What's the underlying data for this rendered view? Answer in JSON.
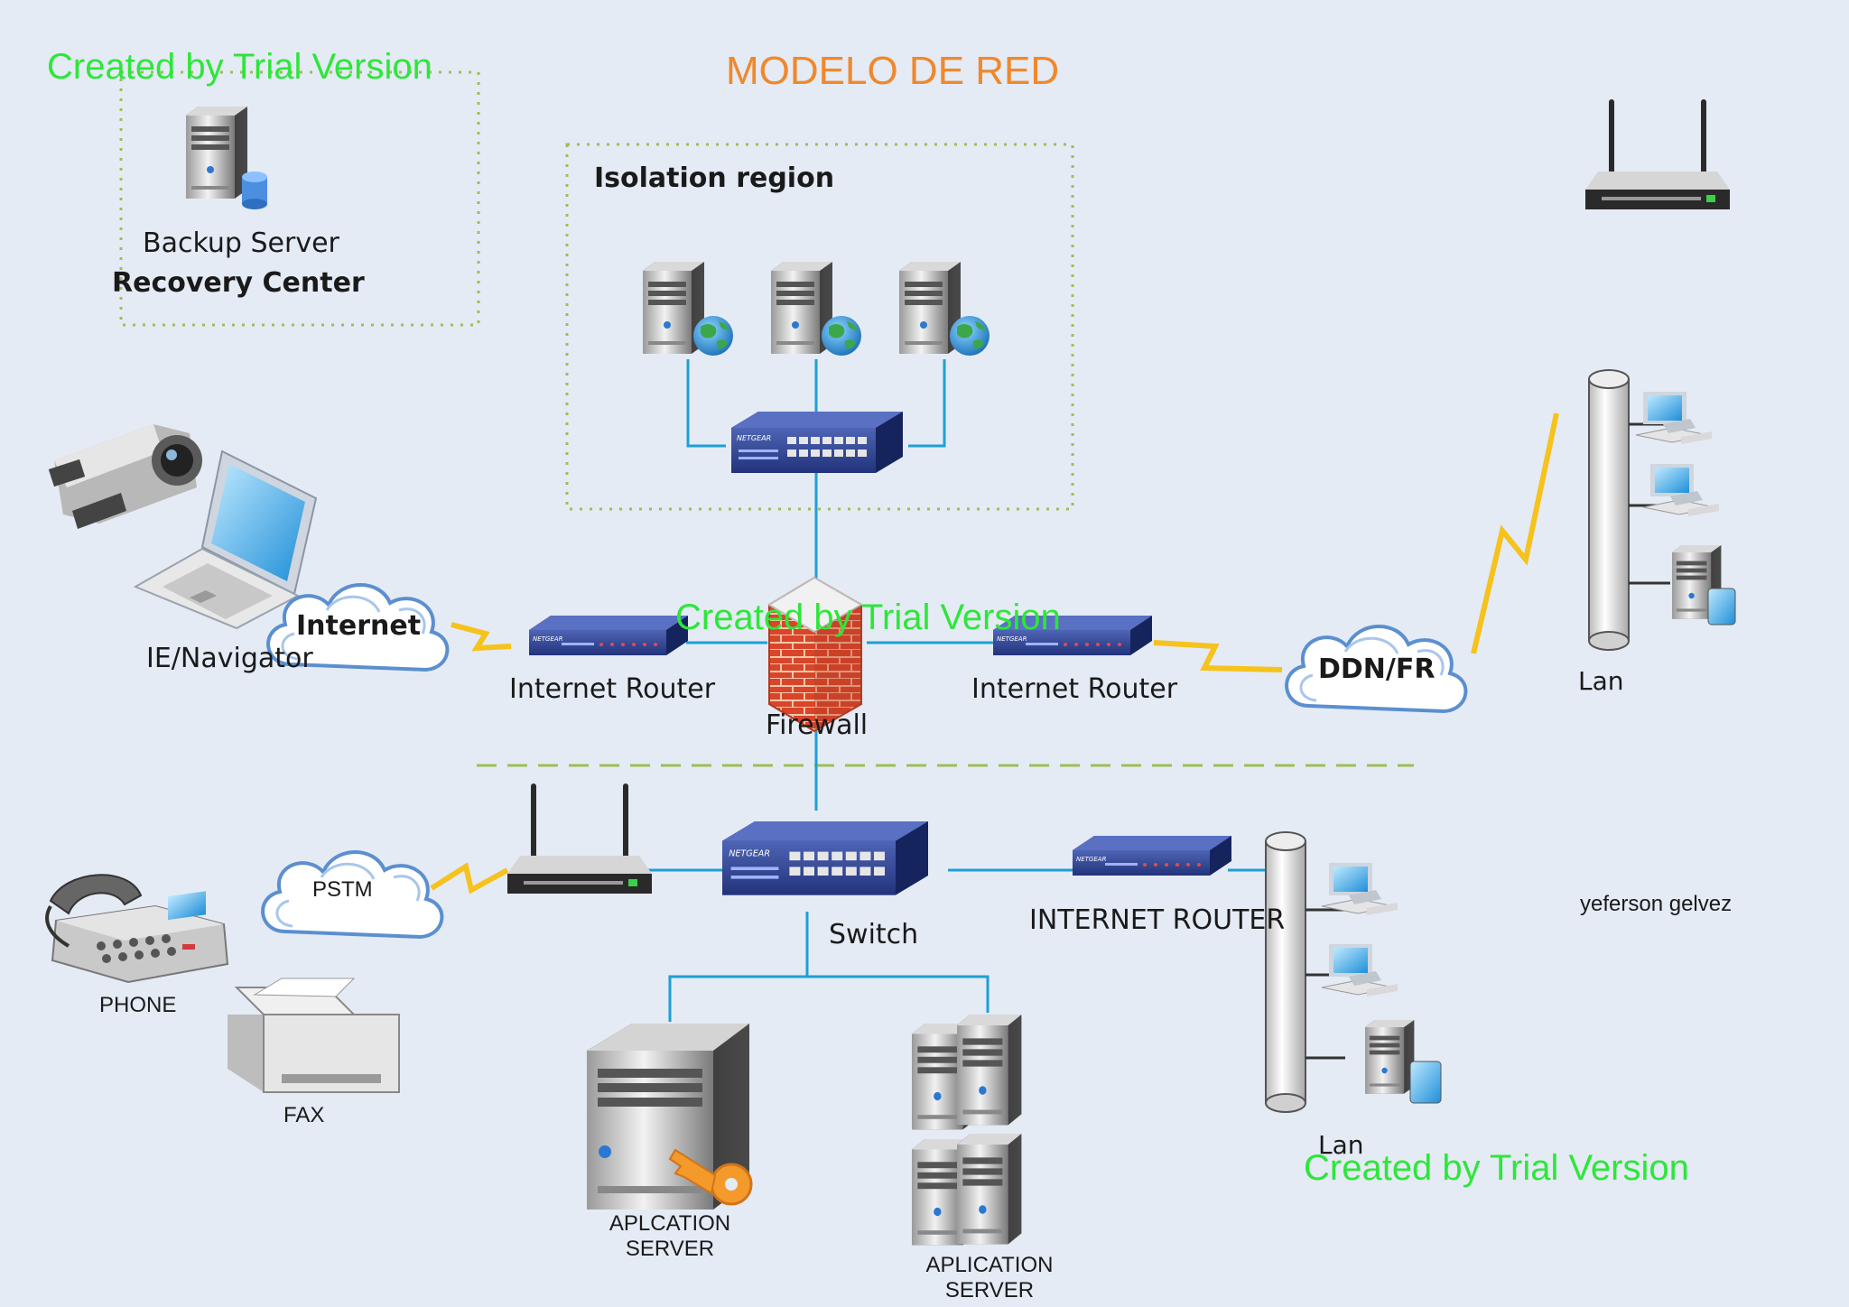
{
  "title": "MODELO DE RED",
  "watermark": "Created by Trial Version",
  "colors": {
    "title": "#f0882b",
    "watermark": "#2ee63a",
    "link": "#1e9fd6",
    "lightning": "#f6c21c",
    "zone_border": "#9cbf55",
    "device_blue": "#2b3f8f",
    "firewall": "#d8452a"
  },
  "zones": {
    "recovery": {
      "label_line1": "Backup Server",
      "label_line2": "Recovery Center"
    },
    "isolation": {
      "label": "Isolation region"
    }
  },
  "devices": {
    "ie_navigator": "IE/Navigator",
    "internet_cloud": "Internet",
    "router_left": "Internet Router",
    "firewall": "Firewall",
    "router_right": "Internet Router",
    "ddn_cloud": "DDN/FR",
    "lan_top": "Lan",
    "pstm_cloud": "PSTM",
    "switch": "Switch",
    "internet_router_lower": "INTERNET ROUTER",
    "lan_bottom": "Lan",
    "phone": "PHONE",
    "fax": "FAX",
    "app_server_left_line1": "APLCATION",
    "app_server_left_line2": "SERVER",
    "app_server_right_line1": "APLICATION",
    "app_server_right_line2": "SERVER"
  },
  "author": "yeferson gelvez",
  "icons": [
    "server-icon",
    "globe-icon",
    "network-switch-icon",
    "router-icon",
    "wireless-router-icon",
    "firewall-icon",
    "cloud-icon",
    "laptop-icon",
    "camcorder-icon",
    "desktop-computer-icon",
    "phone-icon",
    "fax-icon",
    "key-icon",
    "lightning-link-icon",
    "lan-backbone-icon"
  ]
}
